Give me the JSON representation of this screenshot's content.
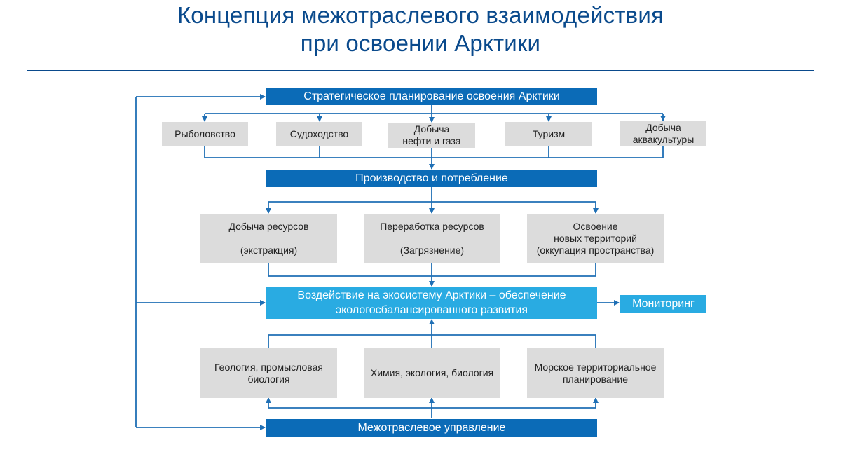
{
  "header": {
    "title_line1": "Концепция межотраслевого взаимодействия",
    "title_line2": "при освоении Арктики"
  },
  "diagram": {
    "strategic_planning": "Стратегическое планирование освоения Арктики",
    "sectors": [
      {
        "line1": "Рыболовство",
        "line2": ""
      },
      {
        "line1": "Судоходство",
        "line2": ""
      },
      {
        "line1": "Добыча",
        "line2": "нефти и газа"
      },
      {
        "line1": "Туризм",
        "line2": ""
      },
      {
        "line1": "Добыча",
        "line2": "аквакультуры"
      }
    ],
    "production": "Производство и потребление",
    "activities": [
      {
        "line1": "Добыча ресурсов",
        "line2": "",
        "line3": "(экстракция)"
      },
      {
        "line1": "Переработка ресурсов",
        "line2": "",
        "line3": "(Загрязнение)"
      },
      {
        "line1": "Освоение",
        "line2": "новых территорий",
        "line3": "(оккупация пространства)"
      }
    ],
    "impact_line1": "Воздействие на экосистему Арктики – обеспечение",
    "impact_line2": "экологосбалансированного развития",
    "monitoring": "Мониторинг",
    "sciences": [
      {
        "line1": "Геология,  промысловая",
        "line2": "биология"
      },
      {
        "line1": "Химия, экология, биология",
        "line2": ""
      },
      {
        "line1": "Морское территориальное",
        "line2": "планирование"
      }
    ],
    "management": "Межотраслевое управление",
    "colors": {
      "title": "#0a4a8c",
      "dark_box": "#0b6bb7",
      "light_box": "#29abe2",
      "gray_box": "#dcdcdc",
      "connector": "#1f6fb5"
    }
  }
}
